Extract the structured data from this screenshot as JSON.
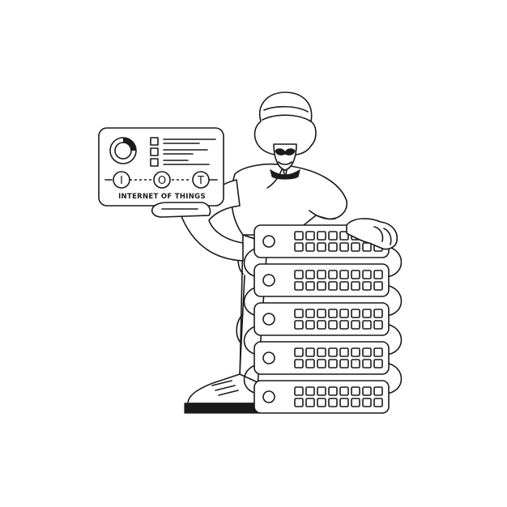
{
  "card": {
    "caption": "INTERNET OF THINGS",
    "letters": [
      "I",
      "O",
      "T"
    ],
    "checklist_count": 3
  },
  "server": {
    "units": 5,
    "buttons_per_row": 8,
    "rows_per_unit": 2
  },
  "style": {
    "ink": "#1a1a1a",
    "paper": "#ffffff"
  }
}
